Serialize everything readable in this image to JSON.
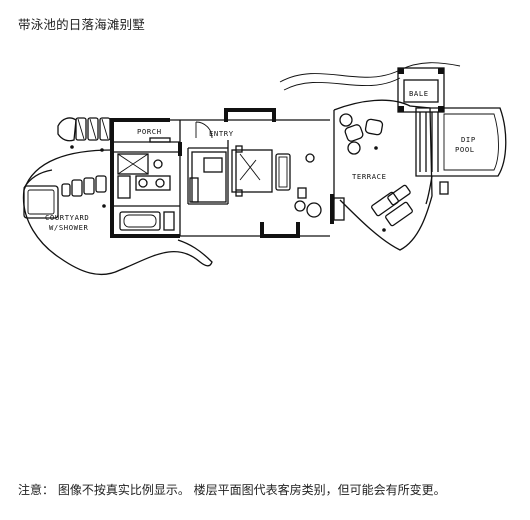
{
  "title": "带泳池的日落海滩别墅",
  "note": "注意： 图像不按真实比例显示。 楼层平面图代表客房类别，但可能会有所变更。",
  "rooms": {
    "porch": "PORCH",
    "entry": "ENTRY",
    "terrace": "TERRACE",
    "bale": "BALE",
    "dip_pool_line1": "DIP",
    "dip_pool_line2": "POOL",
    "courtyard_line1": "COURTYARD",
    "courtyard_line2": "W/SHOWER"
  }
}
